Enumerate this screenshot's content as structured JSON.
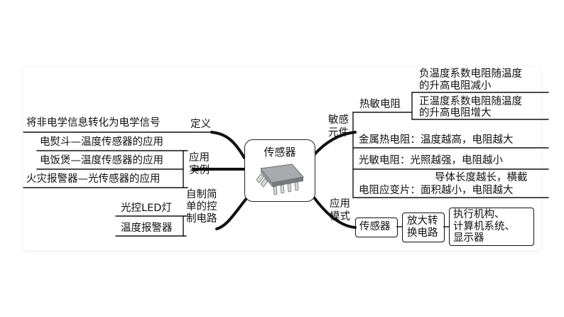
{
  "center": {
    "title": "传感器",
    "chip_icon": "chip-icon"
  },
  "left": {
    "definition": {
      "branch": "定义",
      "items": [
        "将非电学信息转化为电学信号"
      ]
    },
    "examples": {
      "branch_line1": "应用",
      "branch_line2": "实例",
      "items": [
        "电熨斗—温度传感器的应用",
        "电饭煲—温度传感器的应用",
        "火灾报警器—光传感器的应用"
      ]
    },
    "circuits": {
      "branch_line1": "自制简",
      "branch_line2": "单的控",
      "branch_line3": "制电路",
      "items": [
        "光控LED灯",
        "温度报警器"
      ]
    }
  },
  "right": {
    "elements": {
      "branch_line1": "敏感",
      "branch_line2": "元件",
      "thermistor": {
        "label": "热敏电阻",
        "ntc_line1": "负温度系数电阻随温度",
        "ntc_line2": "的升高电阻减小",
        "ptc_line1": "正温度系数电阻随温度",
        "ptc_line2": "的升高电阻增大"
      },
      "metal_resistor": "金属热电阻：温度越高，电阻越大",
      "photoresistor": "光敏电阻：光照越强，电阻越小",
      "strain_gauge_line1": "导体长度越长，横截",
      "strain_gauge_line2": "电阻应变片：面积越小，电阻越大"
    },
    "mode": {
      "branch_line1": "应用",
      "branch_line2": "模式",
      "sensor": "传感器",
      "amplifier_line1": "放大转",
      "amplifier_line2": "换电路",
      "output_line1": "执行机构、",
      "output_line2": "计算机系统、",
      "output_line3": "显示器"
    }
  }
}
